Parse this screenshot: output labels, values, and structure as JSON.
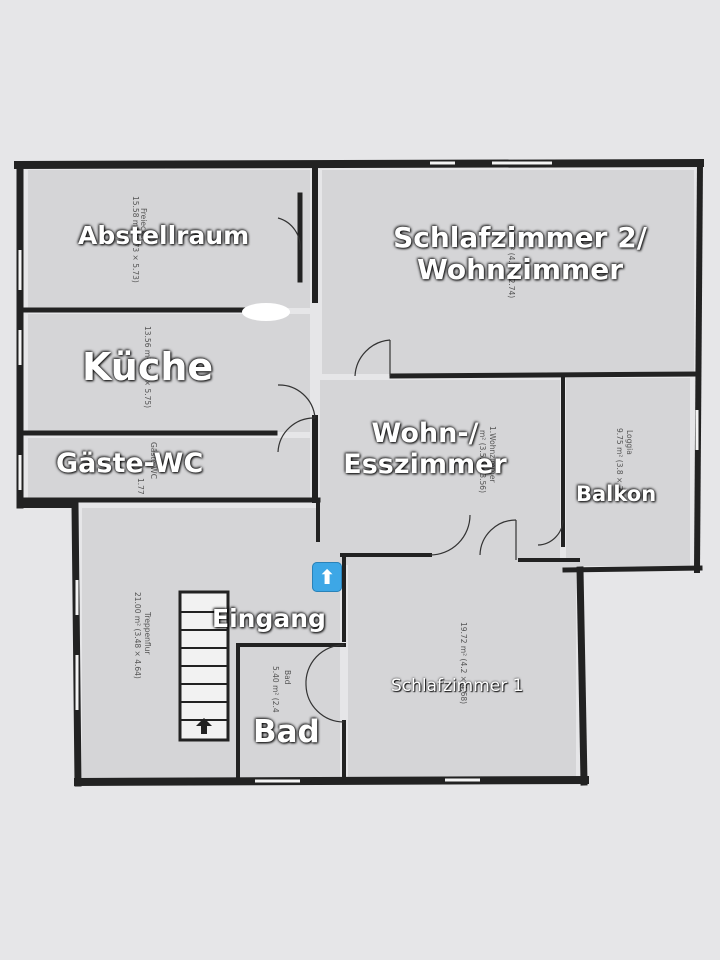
{
  "rooms": {
    "abstellraum": {
      "label": "Abstellraum",
      "dim_title": "Freiecker",
      "dim_area": "15.58 m² (3.73 × 5.73)"
    },
    "schlafzimmer2": {
      "label_line1": "Schlafzimmer 2/",
      "label_line2": "Wohnzimmer",
      "dim_area": "m² (4.2 × 2.74)"
    },
    "kueche": {
      "label": "Küche",
      "dim_area": "13.56 m² (2.4 × 5.75)"
    },
    "gaeste_wc": {
      "label": "Gäste-WC",
      "dim_title": "Gäste-WC",
      "dim_area": "1.77"
    },
    "wohn_esszimmer": {
      "label_line1": "Wohn-/",
      "label_line2": "Esszimmer",
      "dim_title": "1.Wohnzimmer",
      "dim_area": "m² (3.52 × 3.56)"
    },
    "balkon": {
      "label": "Balkon",
      "dim_title": "Loggia",
      "dim_area": "9.75 m² (3.8 × 2)"
    },
    "treppenflur": {
      "dim_title": "Treppenflur",
      "dim_area": "21.00 m² (3.48 × 4.64)"
    },
    "eingang": {
      "label": "Eingang"
    },
    "bad": {
      "label": "Bad",
      "dim_title": "Bad",
      "dim_area": "5.40 m² (2.4"
    },
    "schlafzimmer1": {
      "label": "Schlafzimmer 1",
      "dim_area": "19.72 m² (4.2 × 4.68)"
    }
  },
  "entry_marker": {
    "glyph": "⬆",
    "icon": "up-arrow-icon",
    "color": "#3da7e6"
  },
  "colors": {
    "wall": "#222222",
    "floor": "#d6d6d8",
    "paper": "#ebebed",
    "background": "#e3e3e5"
  }
}
